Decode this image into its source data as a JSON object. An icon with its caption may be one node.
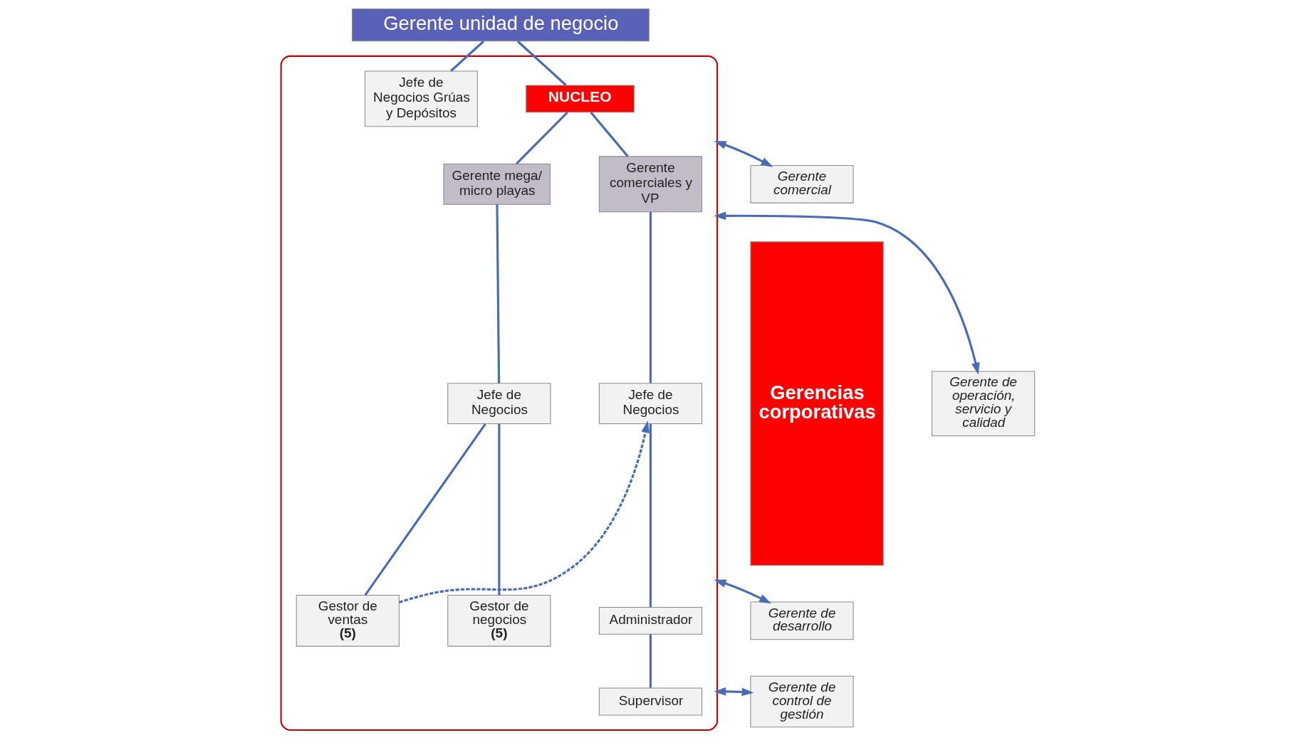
{
  "diagram": {
    "nodes": [
      {
        "text": [
          "Gerente unidad de negocio"
        ]
      },
      {
        "text": [
          "Gerencias corporativas"
        ]
      },
      {
        "text": [
          "Gerente comercial"
        ]
      },
      {
        "text": [
          "Gerente de operación, servicio y calidad"
        ]
      },
      {
        "text": [
          "Gerente de desarrollo"
        ]
      },
      {
        "text": [
          "Gerente de control de gestión"
        ]
      },
      {
        "text": [],
        "shape": "box"
      },
      {
        "text": [
          "NUCLEO"
        ],
        "in": 6
      },
      {
        "text": [
          "Gerente mega/ micro playas"
        ],
        "in": 6
      },
      {
        "text": [
          "Gerente comerciales y VP"
        ],
        "in": 6
      },
      {
        "text": [
          "Jefe de Negocios"
        ],
        "in": 6
      },
      {
        "text": [
          "Jefe de Negocios"
        ],
        "in": 6
      },
      {
        "text": [
          "Jefe de Negocios Grúas y Depósitos"
        ],
        "in": 6
      },
      {
        "text": [
          "Gestor de ventas",
          "(5)"
        ],
        "in": 6
      },
      {
        "text": [
          "Gestor de negocios",
          "(5)"
        ],
        "in": 6
      },
      {
        "text": [
          "Administrador"
        ],
        "in": 6
      },
      {
        "text": [
          "Supervisor"
        ],
        "in": 6
      }
    ],
    "edges": [
      {
        "from": 0,
        "to": 7,
        "arrow": "none"
      },
      {
        "from": 0,
        "to": 12,
        "arrow": "none"
      },
      {
        "from": 7,
        "to": 8,
        "arrow": "none"
      },
      {
        "from": 7,
        "to": 9,
        "arrow": "none"
      },
      {
        "from": 8,
        "to": 10,
        "arrow": "none"
      },
      {
        "from": 10,
        "to": 13,
        "arrow": "none"
      },
      {
        "from": 10,
        "to": 14,
        "arrow": "none"
      },
      {
        "from": 9,
        "to": 11,
        "arrow": "none"
      },
      {
        "from": 11,
        "to": 15,
        "arrow": "none"
      },
      {
        "from": 15,
        "to": 16,
        "arrow": "none"
      },
      {
        "from": 13,
        "to": 11,
        "arrow": "to",
        "style": "dashed"
      },
      {
        "from": 2,
        "to": 6,
        "arrow": "both"
      },
      {
        "from": 3,
        "to": 6,
        "arrow": "both"
      },
      {
        "from": 4,
        "to": 6,
        "arrow": "both"
      },
      {
        "from": 5,
        "to": 6,
        "arrow": "both"
      }
    ]
  }
}
